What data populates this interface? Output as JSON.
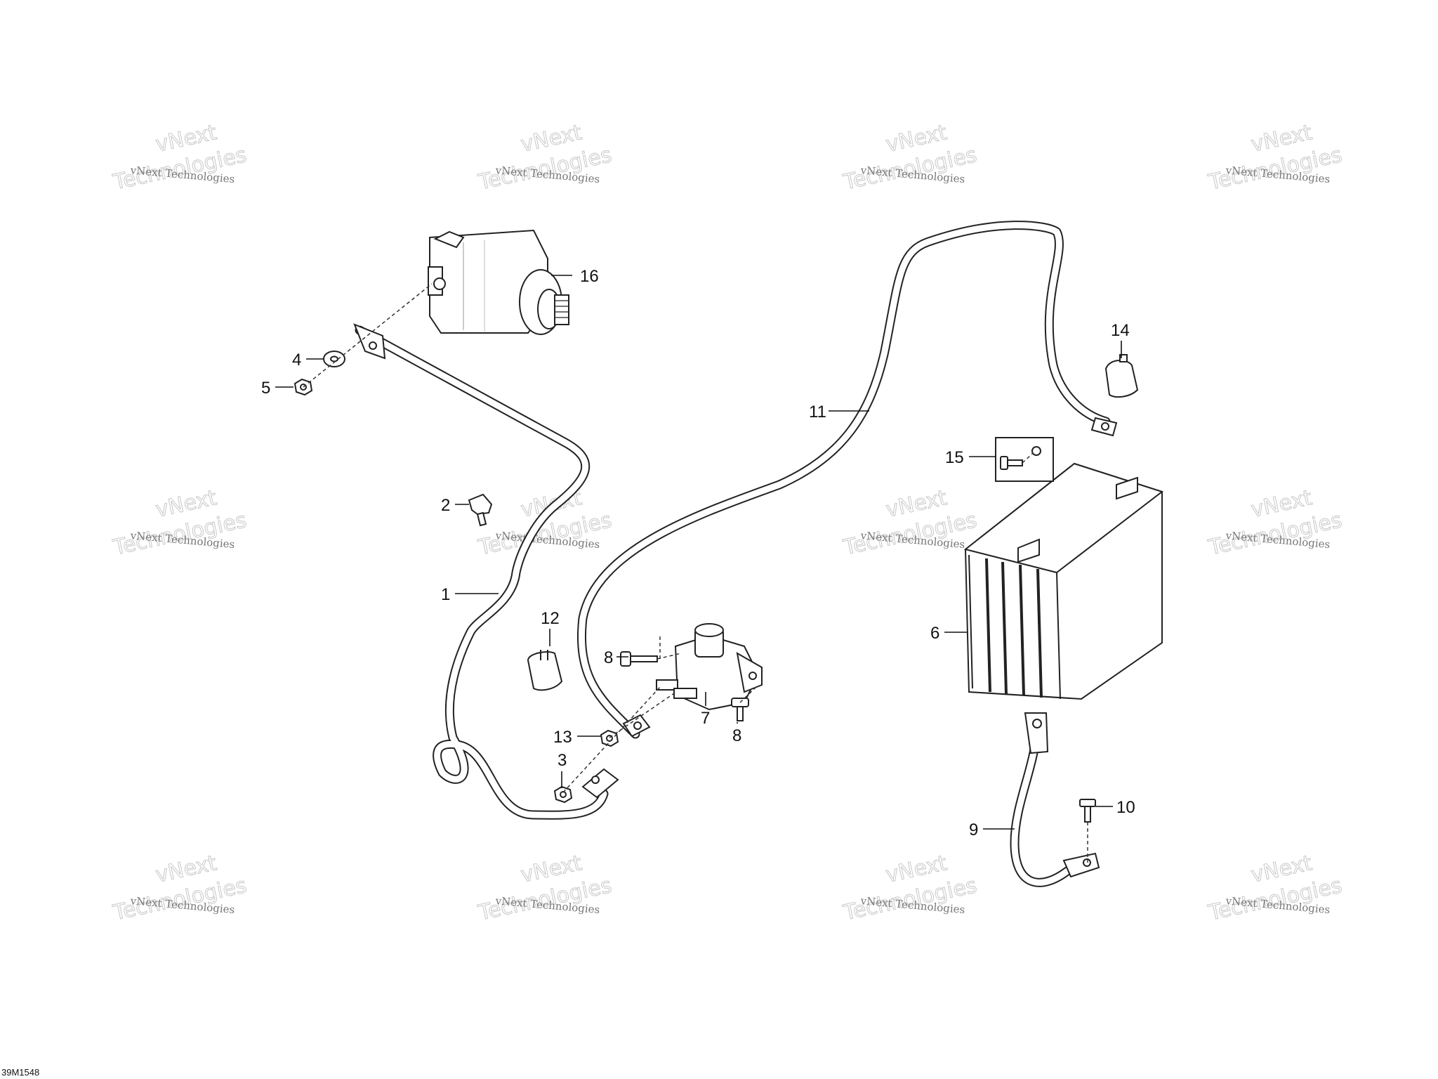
{
  "watermark": {
    "small_text": "vNext Technologies",
    "big_line1": "vNext",
    "big_line2": "Technologies"
  },
  "callouts": {
    "c1": "1",
    "c2": "2",
    "c3": "3",
    "c4": "4",
    "c5": "5",
    "c6": "6",
    "c7": "7",
    "c8a": "8",
    "c8b": "8",
    "c9": "9",
    "c10": "10",
    "c11": "11",
    "c12": "12",
    "c13": "13",
    "c14": "14",
    "c15": "15",
    "c16": "16"
  },
  "drawing_ref": "39M1548"
}
